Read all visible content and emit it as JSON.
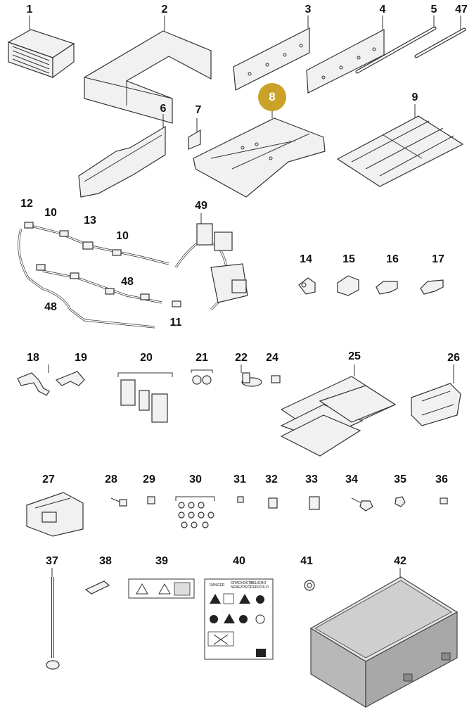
{
  "callouts": {
    "p1": "1",
    "p2": "2",
    "p3": "3",
    "p4": "4",
    "p5": "5",
    "p47": "47",
    "p6": "6",
    "p7": "7",
    "p8": "8",
    "p9": "9",
    "p12": "12",
    "p10a": "10",
    "p13": "13",
    "p10b": "10",
    "p49": "49",
    "p48a": "48",
    "p48b": "48",
    "p11": "11",
    "p14": "14",
    "p15": "15",
    "p16": "16",
    "p17": "17",
    "p18": "18",
    "p19": "19",
    "p20": "20",
    "p21": "21",
    "p22": "22",
    "p24": "24",
    "p25": "25",
    "p26": "26",
    "p27": "27",
    "p28": "28",
    "p29": "29",
    "p30": "30",
    "p31": "31",
    "p32": "32",
    "p33": "33",
    "p34": "34",
    "p35": "35",
    "p36": "36",
    "p37": "37",
    "p38": "38",
    "p39": "39",
    "p40": "40",
    "p41": "41",
    "p42": "42"
  },
  "highlight": {
    "part": "8",
    "color": "#c9a227"
  },
  "label40": {
    "danger": "DANGER",
    "line1": "ОПАСНОСТЬ",
    "line2": "NEBEZPEČÍ",
    "line3": "PELIGRO",
    "line4": "PERICOLO"
  }
}
